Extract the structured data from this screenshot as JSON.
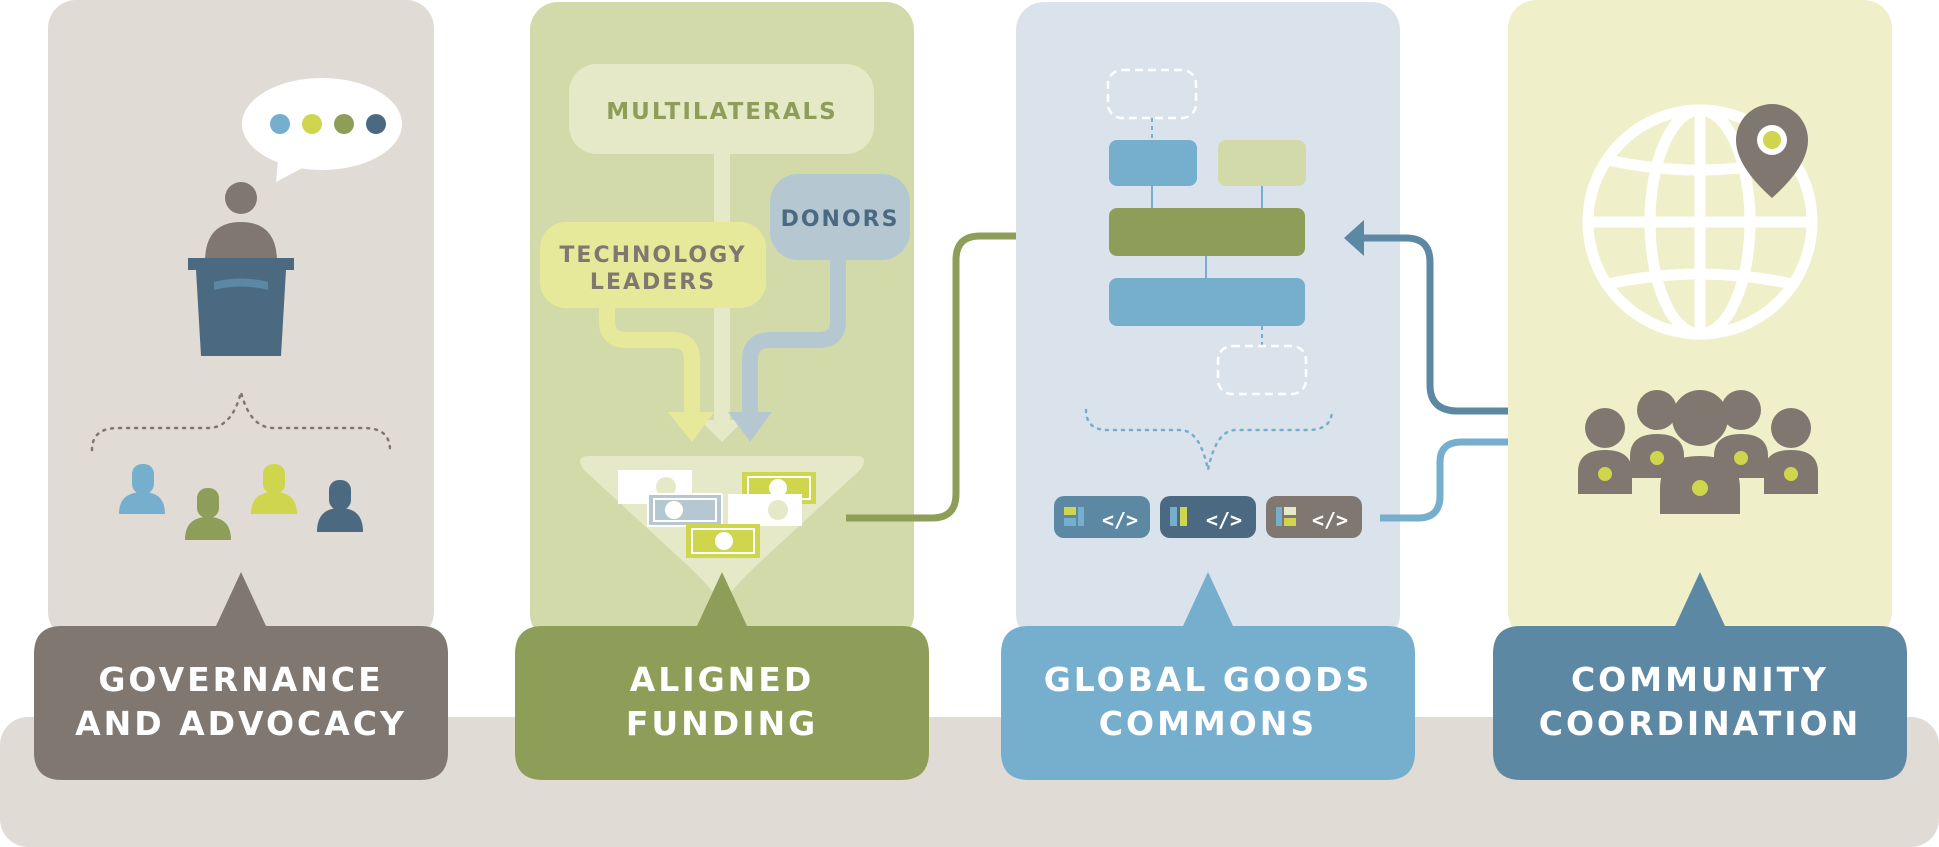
{
  "panels": [
    {
      "line1": "GOVERNANCE",
      "line2": "AND ADVOCACY"
    },
    {
      "line1": "ALIGNED",
      "line2": "FUNDING"
    },
    {
      "line1": "GLOBAL GOODS",
      "line2": "COMMONS"
    },
    {
      "line1": "COMMUNITY",
      "line2": "COORDINATION"
    }
  ],
  "funding": {
    "multilaterals": "MULTILATERALS",
    "donors": "DONORS",
    "tech_line1": "TECHNOLOGY",
    "tech_line2": "LEADERS"
  },
  "colors": {
    "panel1_bg": "#e0dcd5",
    "panel2_bg": "#d3daa9",
    "panel3_bg": "#dae2eb",
    "panel4_bg": "#eff0c9",
    "label1": "#807870",
    "label2": "#8e9e58",
    "label3": "#76aecd",
    "label4": "#5d88a3",
    "base": "#e0dcd5"
  },
  "icons": [
    "speech-bubble-icon",
    "podium-icon",
    "person-icon",
    "money-icon",
    "code-icon",
    "globe-icon",
    "map-pin-icon",
    "community-icon"
  ]
}
